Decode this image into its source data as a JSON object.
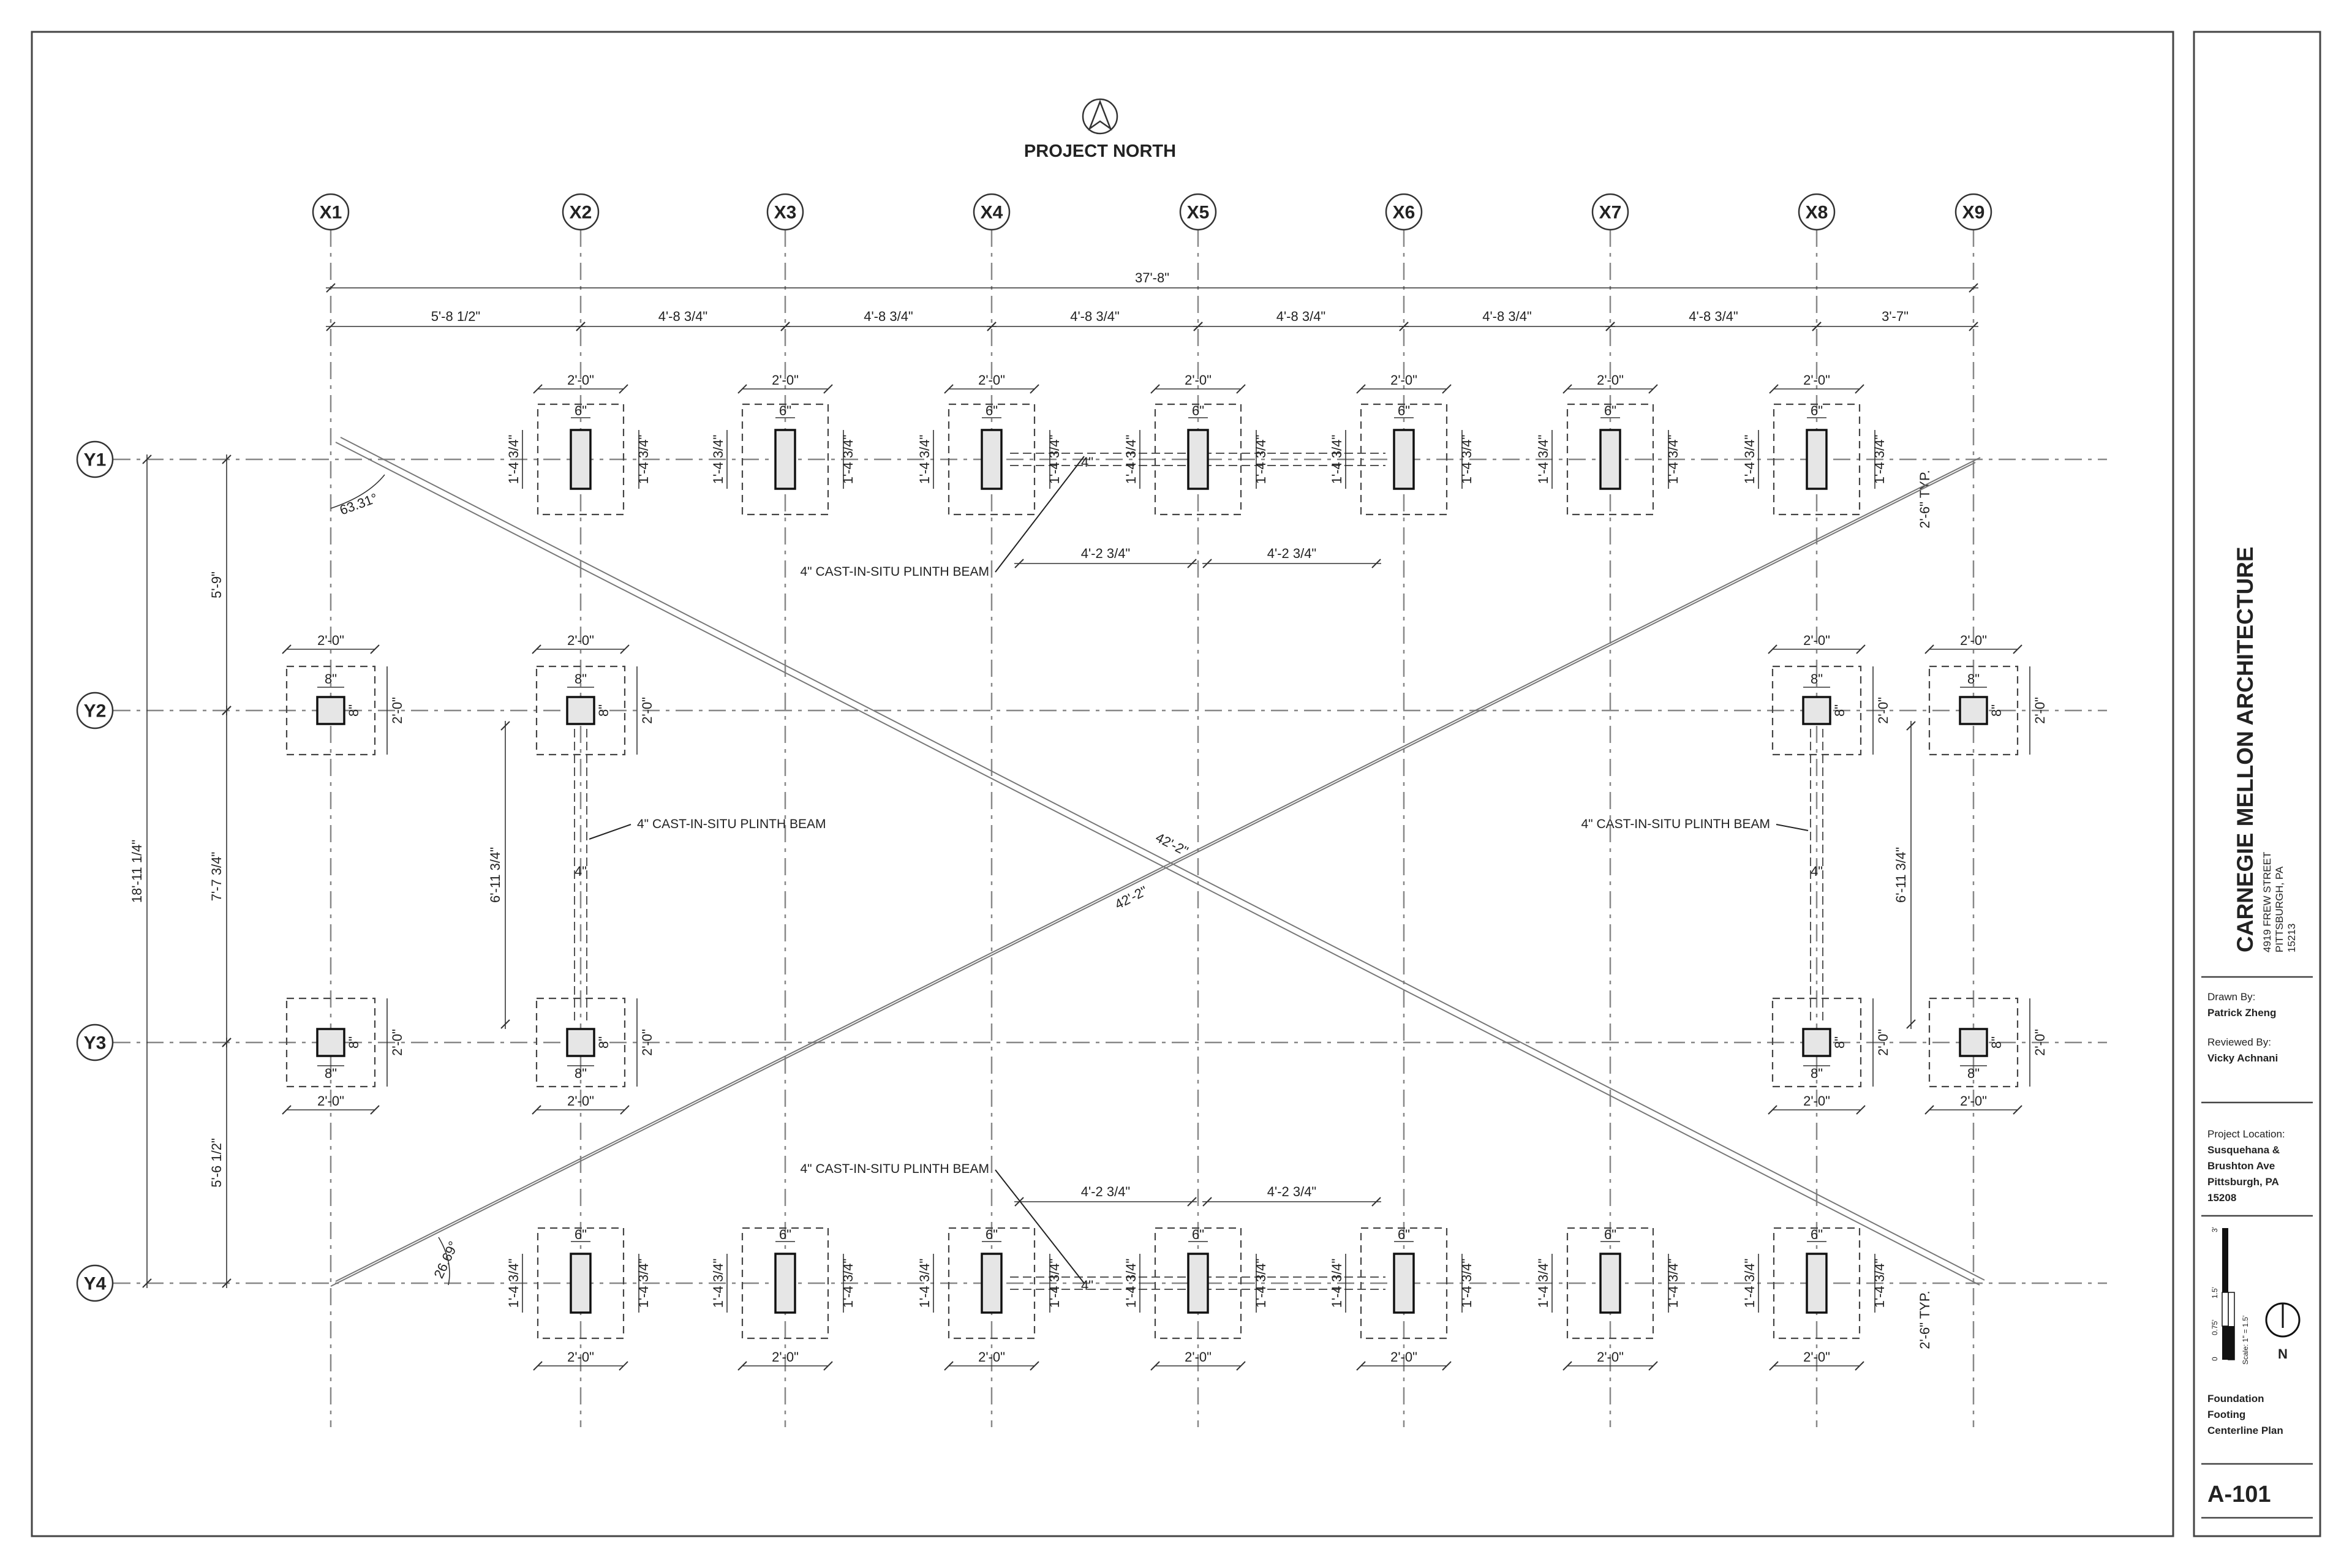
{
  "north_label": "PROJECT NORTH",
  "grid_x": [
    "X1",
    "X2",
    "X3",
    "X4",
    "X5",
    "X6",
    "X7",
    "X8",
    "X9"
  ],
  "grid_y": [
    "Y1",
    "Y2",
    "Y3",
    "Y4"
  ],
  "dims": {
    "overall_width": "37'-8\"",
    "x_spacing": [
      "5'-8 1/2\"",
      "4'-8 3/4\"",
      "4'-8 3/4\"",
      "4'-8 3/4\"",
      "4'-8 3/4\"",
      "4'-8 3/4\"",
      "4'-8 3/4\"",
      "3'-7\""
    ],
    "overall_height": "18'-11 1/4\"",
    "y_spacing": [
      "5'-9\"",
      "7'-7 3/4\"",
      "5'-6 1/2\""
    ],
    "footing_width": "2'-0\"",
    "footing_depth_rect": "1'-4 3/4\"",
    "column_width_rect": "6\"",
    "column_size_square": "8\"",
    "beam_span_y1": "4'-2 3/4\"",
    "beam_width": "4\"",
    "beam_span_y": "6'-11 3/4\"",
    "typ_offset": "2'-6\" TYP.",
    "diagonal": "42'-2\"",
    "angle_top": "63.31°",
    "angle_bottom": "26.69°"
  },
  "notes": {
    "plinth_beam": "4\" CAST-IN-SITU PLINTH BEAM"
  },
  "title_block": {
    "firm": "CARNEGIE MELLON ARCHITECTURE",
    "address": [
      "4919 FREW STREET",
      "PITTSBURGH, PA",
      "15213"
    ],
    "drawn_by_label": "Drawn By:",
    "drawn_by": "Patrick Zheng",
    "reviewed_by_label": "Reviewed By:",
    "reviewed_by": "Vicky Achnani",
    "location_label": "Project Location:",
    "location": [
      "Susquehana &",
      "Brushton Ave",
      "Pittsburgh, PA",
      "15208"
    ],
    "scale_text": "Scale: 1\" = 1.5'",
    "scale_ticks": [
      "0",
      "0.75'",
      "1.5'",
      "3'"
    ],
    "north": "N",
    "sheet_title": [
      "Foundation",
      "Footing",
      "Centerline Plan"
    ],
    "sheet_number": "A-101"
  }
}
